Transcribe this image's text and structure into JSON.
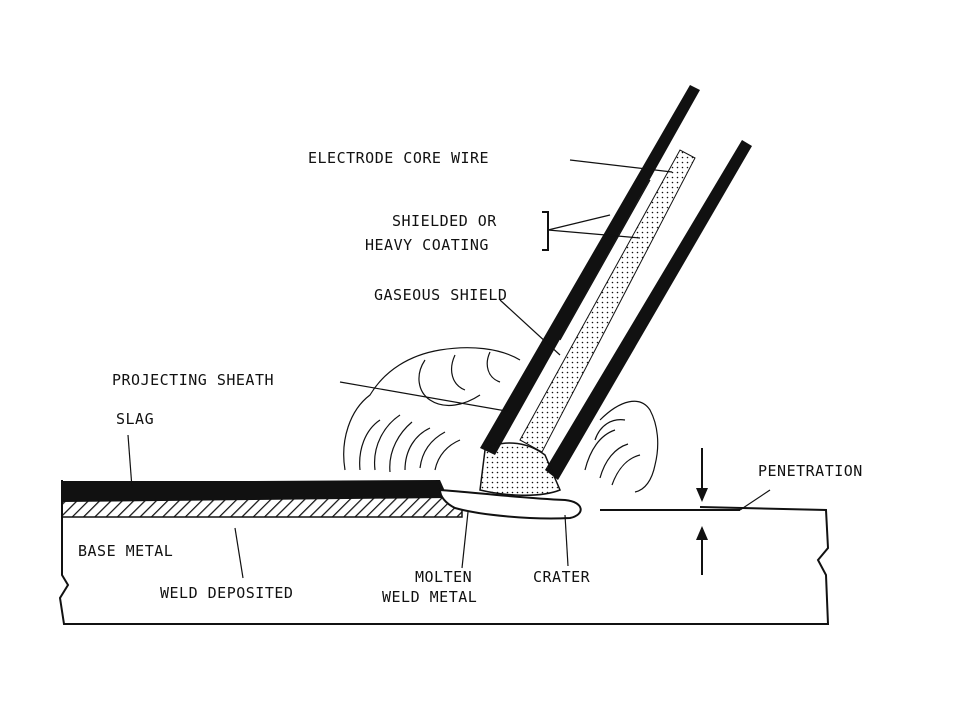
{
  "labels": {
    "electrode_core_wire": "ELECTRODE CORE WIRE",
    "shielded_or": "SHIELDED OR",
    "heavy_coating": "HEAVY COATING",
    "gaseous_shield": "GASEOUS SHIELD",
    "projecting_sheath": "PROJECTING SHEATH",
    "slag": "SLAG",
    "penetration": "PENETRATION",
    "base_metal": "BASE METAL",
    "weld_deposited": "WELD DEPOSITED",
    "molten": "MOLTEN",
    "weld_metal": "WELD METAL",
    "crater": "CRATER"
  },
  "colors": {
    "ink": "#111111",
    "background": "#ffffff"
  }
}
